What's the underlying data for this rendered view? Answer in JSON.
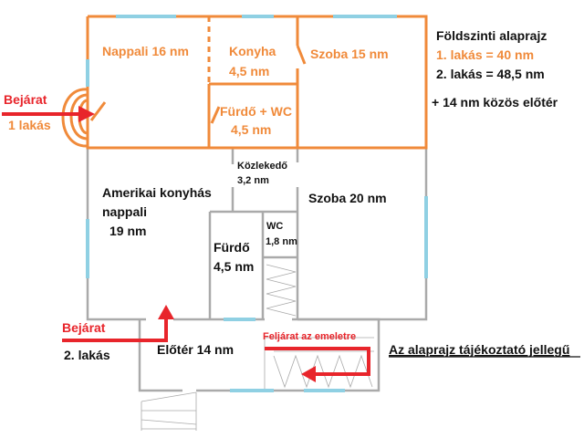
{
  "legend": {
    "title": "Földszinti alaprajz",
    "flat1": "1. lakás = 40 nm",
    "flat2": "2. lakás = 48,5 nm",
    "common": "+ 14 nm közös előtér"
  },
  "rooms": {
    "nappali": "Nappali   16 nm",
    "konyha": "Konyha",
    "konyha_area": "4,5 nm",
    "szoba15": "Szoba   15 nm",
    "furdo_wc": "Fürdő + WC",
    "furdo_wc_area": "4,5 nm",
    "kozlekedo": "Közlekedő",
    "kozlekedo_area": "3,2 nm",
    "amerikai": "Amerikai konyhás",
    "amerikai2": "nappali",
    "amerikai_area": "19 nm",
    "szoba20": "Szoba   20 nm",
    "wc": "WC",
    "wc_area": "1,8 nm",
    "furdo": "Fürdő",
    "furdo_area": "4,5 nm",
    "eloter": "Előtér   14 nm"
  },
  "entrances": {
    "e1_label": "Bejárat",
    "e1_sub": "1 lakás",
    "e2_label": "Bejárat",
    "e2_sub": "2. lakás",
    "stairs": "Feljárat az emeletre"
  },
  "note": "Az alaprajz tájékoztató jellegű",
  "colors": {
    "flat1": "#f08a3a",
    "walls": "#aaaaaa",
    "window": "#8fd0e3",
    "arrow": "#e8252b"
  }
}
